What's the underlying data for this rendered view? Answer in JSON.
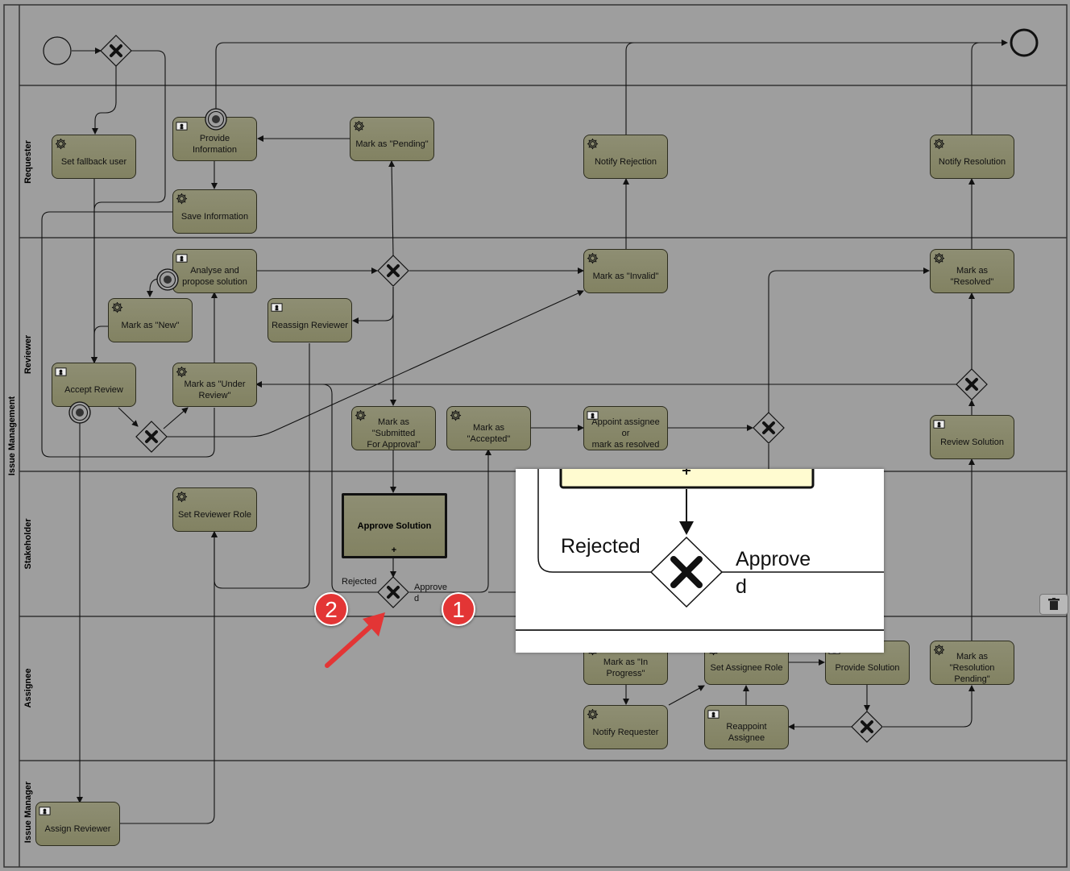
{
  "pool": {
    "label": "Issue Management"
  },
  "lanes": [
    {
      "id": "requester",
      "label": "Requester"
    },
    {
      "id": "reviewer",
      "label": "Reviewer"
    },
    {
      "id": "stakeholder",
      "label": "Stakeholder"
    },
    {
      "id": "assignee",
      "label": "Assignee"
    },
    {
      "id": "issue_manager",
      "label": "Issue Manager"
    }
  ],
  "tasks": [
    {
      "id": "set_fallback_user",
      "label": "Set fallback user",
      "kind": "service"
    },
    {
      "id": "provide_information",
      "label": "Provide Information",
      "kind": "user"
    },
    {
      "id": "mark_pending",
      "label": "Mark as \"Pending\"",
      "kind": "service"
    },
    {
      "id": "notify_rejection",
      "label": "Notify Rejection",
      "kind": "service"
    },
    {
      "id": "notify_resolution",
      "label": "Notify Resolution",
      "kind": "service"
    },
    {
      "id": "save_information",
      "label": "Save Information",
      "kind": "service"
    },
    {
      "id": "analyse_propose",
      "label": "Analyse and\npropose solution",
      "kind": "user"
    },
    {
      "id": "mark_invalid",
      "label": "Mark as \"Invalid\"",
      "kind": "service"
    },
    {
      "id": "mark_resolved",
      "label": "Mark as \"Resolved\"",
      "kind": "service"
    },
    {
      "id": "mark_new",
      "label": "Mark as \"New\"",
      "kind": "service"
    },
    {
      "id": "reassign_reviewer",
      "label": "Reassign Reviewer",
      "kind": "user"
    },
    {
      "id": "accept_review",
      "label": "Accept Review",
      "kind": "user"
    },
    {
      "id": "mark_under_review",
      "label": "Mark as \"Under\nReview\"",
      "kind": "service"
    },
    {
      "id": "mark_submitted",
      "label": "Mark as \"Submitted\nFor Approval\"",
      "kind": "service"
    },
    {
      "id": "mark_accepted",
      "label": "Mark as \"Accepted\"",
      "kind": "service"
    },
    {
      "id": "appoint_assignee",
      "label": "Appoint assignee or\nmark as resolved",
      "kind": "user"
    },
    {
      "id": "review_solution",
      "label": "Review Solution",
      "kind": "user"
    },
    {
      "id": "set_reviewer_role",
      "label": "Set Reviewer Role",
      "kind": "service"
    },
    {
      "id": "mark_in_progress",
      "label": "Mark as \"In\nProgress\"",
      "kind": "service"
    },
    {
      "id": "set_assignee_role",
      "label": "Set Assignee Role",
      "kind": "service"
    },
    {
      "id": "provide_solution",
      "label": "Provide Solution",
      "kind": "user"
    },
    {
      "id": "mark_resolution_pending",
      "label": "Mark as \"Resolution\nPending\"",
      "kind": "service"
    },
    {
      "id": "notify_requester",
      "label": "Notify Requester",
      "kind": "service"
    },
    {
      "id": "reappoint_assignee",
      "label": "Reappoint Assignee",
      "kind": "user"
    },
    {
      "id": "assign_reviewer",
      "label": "Assign Reviewer",
      "kind": "user"
    }
  ],
  "subprocess": {
    "label": "Approve Solution",
    "marker": "+"
  },
  "flow_labels": {
    "rejected": "Rejected",
    "approved_line1": "Approve",
    "approved_line2": "d"
  },
  "zoom_inset": {
    "rejected": "Rejected",
    "approved_line1": "Approve",
    "approved_line2": "d"
  },
  "badges": [
    {
      "id": "one",
      "text": "1"
    },
    {
      "id": "two",
      "text": "2"
    }
  ],
  "icons": {
    "service_task": "gear-icon",
    "user_task": "user-icon",
    "gateway": "exclusive-gateway-x-icon",
    "delete": "trash-icon",
    "callout": "arrow-icon"
  },
  "colors": {
    "background": "#9e9e9e",
    "task_fill": "#8a8a6c",
    "badge": "#e33535",
    "zoom_task_fill": "#fffbd0"
  }
}
